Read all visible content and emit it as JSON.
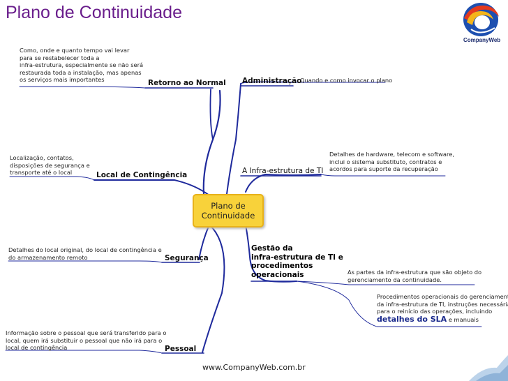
{
  "title": "Plano de Continuidade",
  "logo": {
    "name": "CompanyWeb",
    "text": "CompanyWeb"
  },
  "center": {
    "lines": [
      "Plano de",
      "Continuidade"
    ]
  },
  "branches": {
    "retorno": "Retorno ao Normal",
    "administracao": "Administração",
    "local": "Local de Contingência",
    "infra": "A Infra-estrutura de TI",
    "seguranca": "Segurança",
    "pessoal": "Pessoal",
    "gestao": [
      "Gestão da",
      "infra-estrutura de TI e",
      "procedimentos",
      "operacionais"
    ]
  },
  "notes": {
    "retorno": [
      "Como, onde e quanto tempo vai levar",
      "para se restabelecer toda a",
      "infra-estrutura, especialmente se não será",
      "restaurada toda a instalação, mas apenas",
      "os serviços mais importantes"
    ],
    "administracao": "Quando e como invocar o plano",
    "local": [
      "Localização, contatos,",
      "disposições de segurança e",
      "transporte até o local"
    ],
    "infra": [
      "Detalhes de hardware, telecom e software,",
      "inclui o sistema substituto, contratos e",
      "acordos para suporte da recuperação"
    ],
    "seguranca": [
      "Detalhes do local original, do local de contingência e",
      "do armazenamento remoto"
    ],
    "pessoal": [
      "Informação sobre o pessoal que será transferido para o",
      "local, quem irá substituir o pessoal que não irá para o",
      "local de contingência"
    ],
    "gestao_1": [
      "As partes da infra-estrutura que são objeto do",
      "gerenciamento da continuidade."
    ],
    "gestao_2": [
      "Procedimentos operacionais do gerenciamento",
      "da infra-estrutura de TI, instruções necessárias",
      "para o reinício das operações, incluindo"
    ],
    "gestao_2_link": "detalhes do SLA",
    "gestao_2_tail": "e manuais"
  },
  "footer": "www.CompanyWeb.com.br",
  "colors": {
    "title": "#6a1e8c",
    "line": "#1f2a9c",
    "center_fill": "#f8d23a"
  }
}
